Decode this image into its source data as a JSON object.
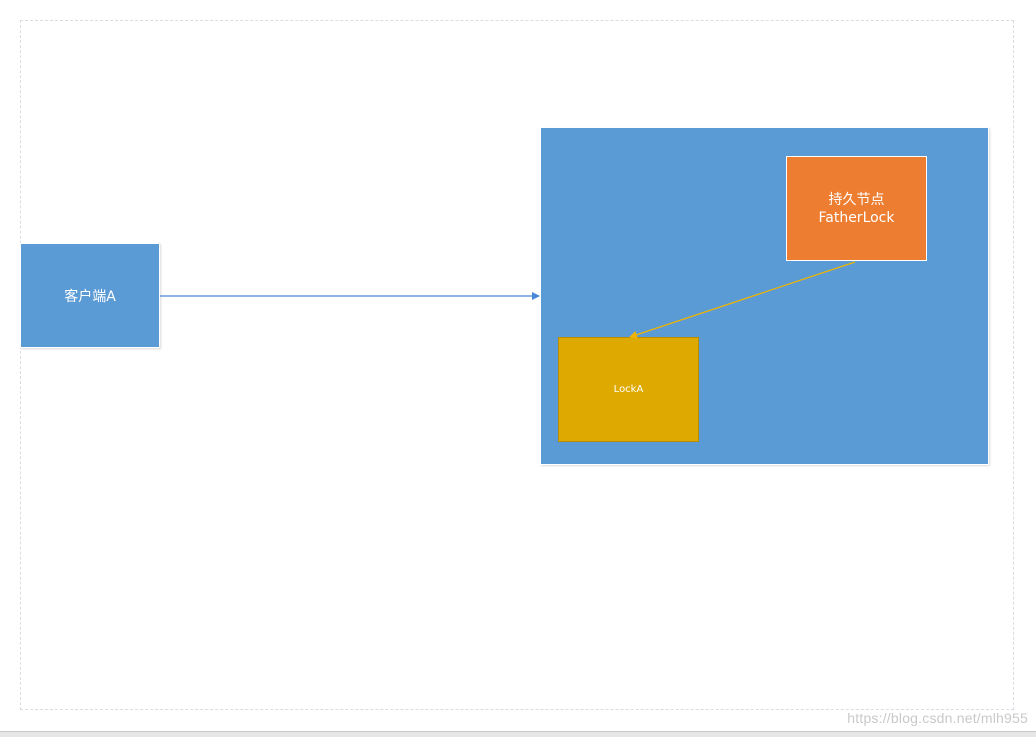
{
  "diagram": {
    "client": {
      "label": "客户端A"
    },
    "persistent_node": {
      "line1": "持久节点",
      "line2": "FatherLock"
    },
    "lock_node": {
      "label": "LockA"
    }
  },
  "colors": {
    "blue": "#5b9bd5",
    "orange": "#ed7d31",
    "gold": "#dea900",
    "arrow_blue": "#4a86d8",
    "arrow_gold": "#f0b400"
  },
  "watermark": "https://blog.csdn.net/mlh955"
}
